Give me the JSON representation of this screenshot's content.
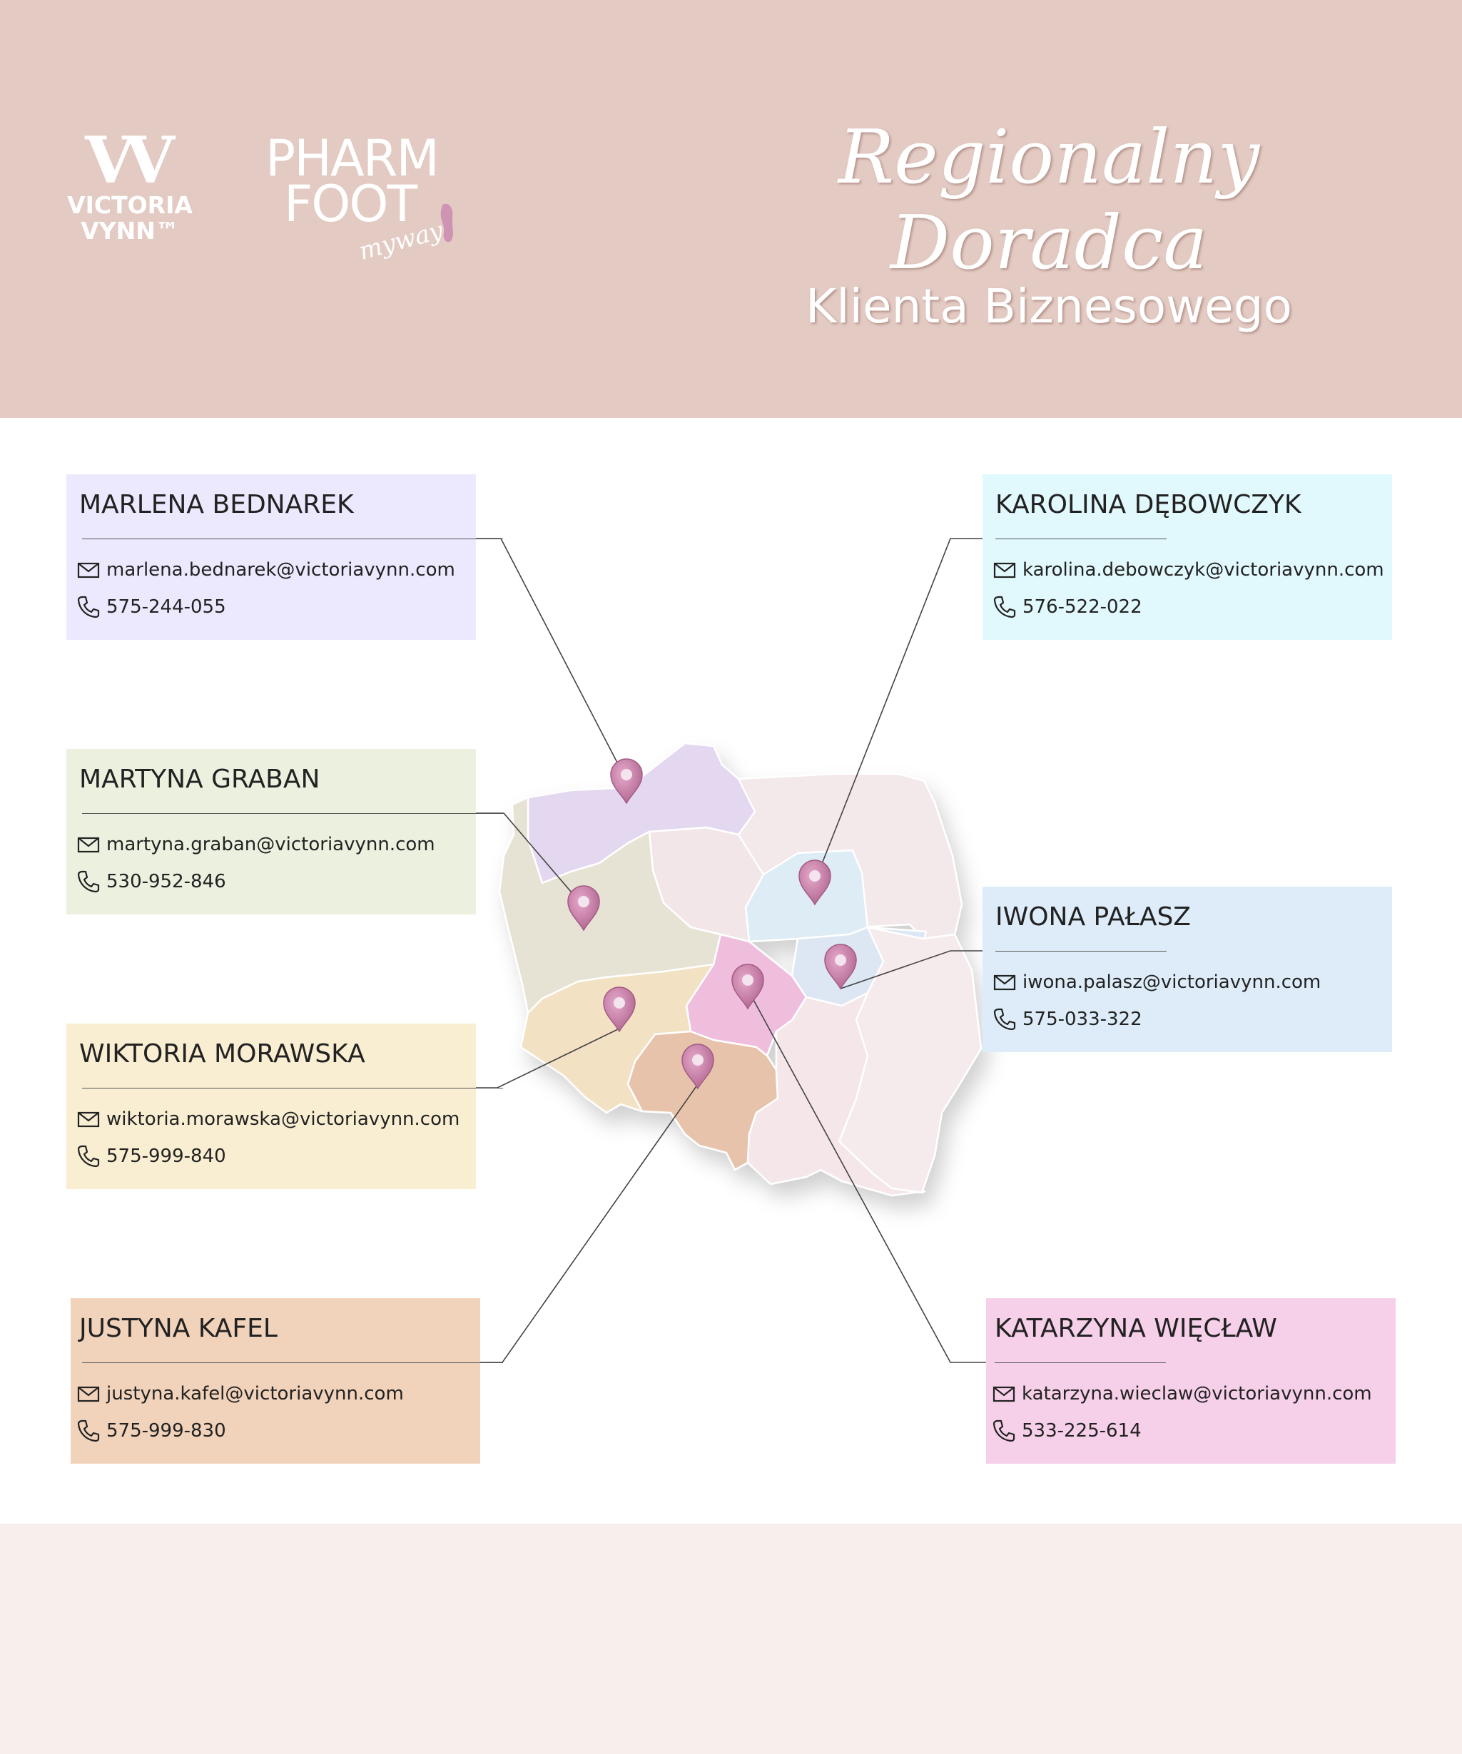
{
  "header": {
    "logo_victoria_top": "VICTORIA",
    "logo_victoria_bottom": "VYNN™",
    "logo_pharm": "PHARM",
    "logo_foot": "FOOT",
    "logo_tagline": "myway",
    "title_script": "Regionalny Doradca",
    "title_sub": "Klienta Biznesowego"
  },
  "colors": {
    "header_bg": "#e3cac3",
    "footer_bg": "#f8eeeb",
    "pin": "#c77aa4"
  },
  "advisors": [
    {
      "name": "MARLENA BEDNAREK",
      "email": "marlena.bednarek@victoriavynn.com",
      "phone": "575-244-055",
      "color": "#ece8fd"
    },
    {
      "name": "MARTYNA GRABAN",
      "email": "martyna.graban@victoriavynn.com",
      "phone": "530-952-846",
      "color": "#ebf0df"
    },
    {
      "name": "WIKTORIA MORAWSKA",
      "email": "wiktoria.morawska@victoriavynn.com",
      "phone": "575-999-840",
      "color": "#f9eed2"
    },
    {
      "name": "JUSTYNA KAFEL",
      "email": "justyna.kafel@victoriavynn.com",
      "phone": "575-999-830",
      "color": "#f1d2ba"
    },
    {
      "name": "KAROLINA DĘBOWCZYK",
      "email": "karolina.debowczyk@victoriavynn.com",
      "phone": "576-522-022",
      "color": "#e1f8fd"
    },
    {
      "name": "IWONA PAŁASZ",
      "email": "iwona.palasz@victoriavynn.com",
      "phone": "575-033-322",
      "color": "#ddecf8"
    },
    {
      "name": "KATARZYNA WIĘCŁAW",
      "email": "katarzyna.wieclaw@victoriavynn.com",
      "phone": "533-225-614",
      "color": "#f6cfe8"
    }
  ],
  "icons": {
    "email": "envelope-icon",
    "phone": "phone-icon",
    "pin": "map-pin-icon"
  }
}
